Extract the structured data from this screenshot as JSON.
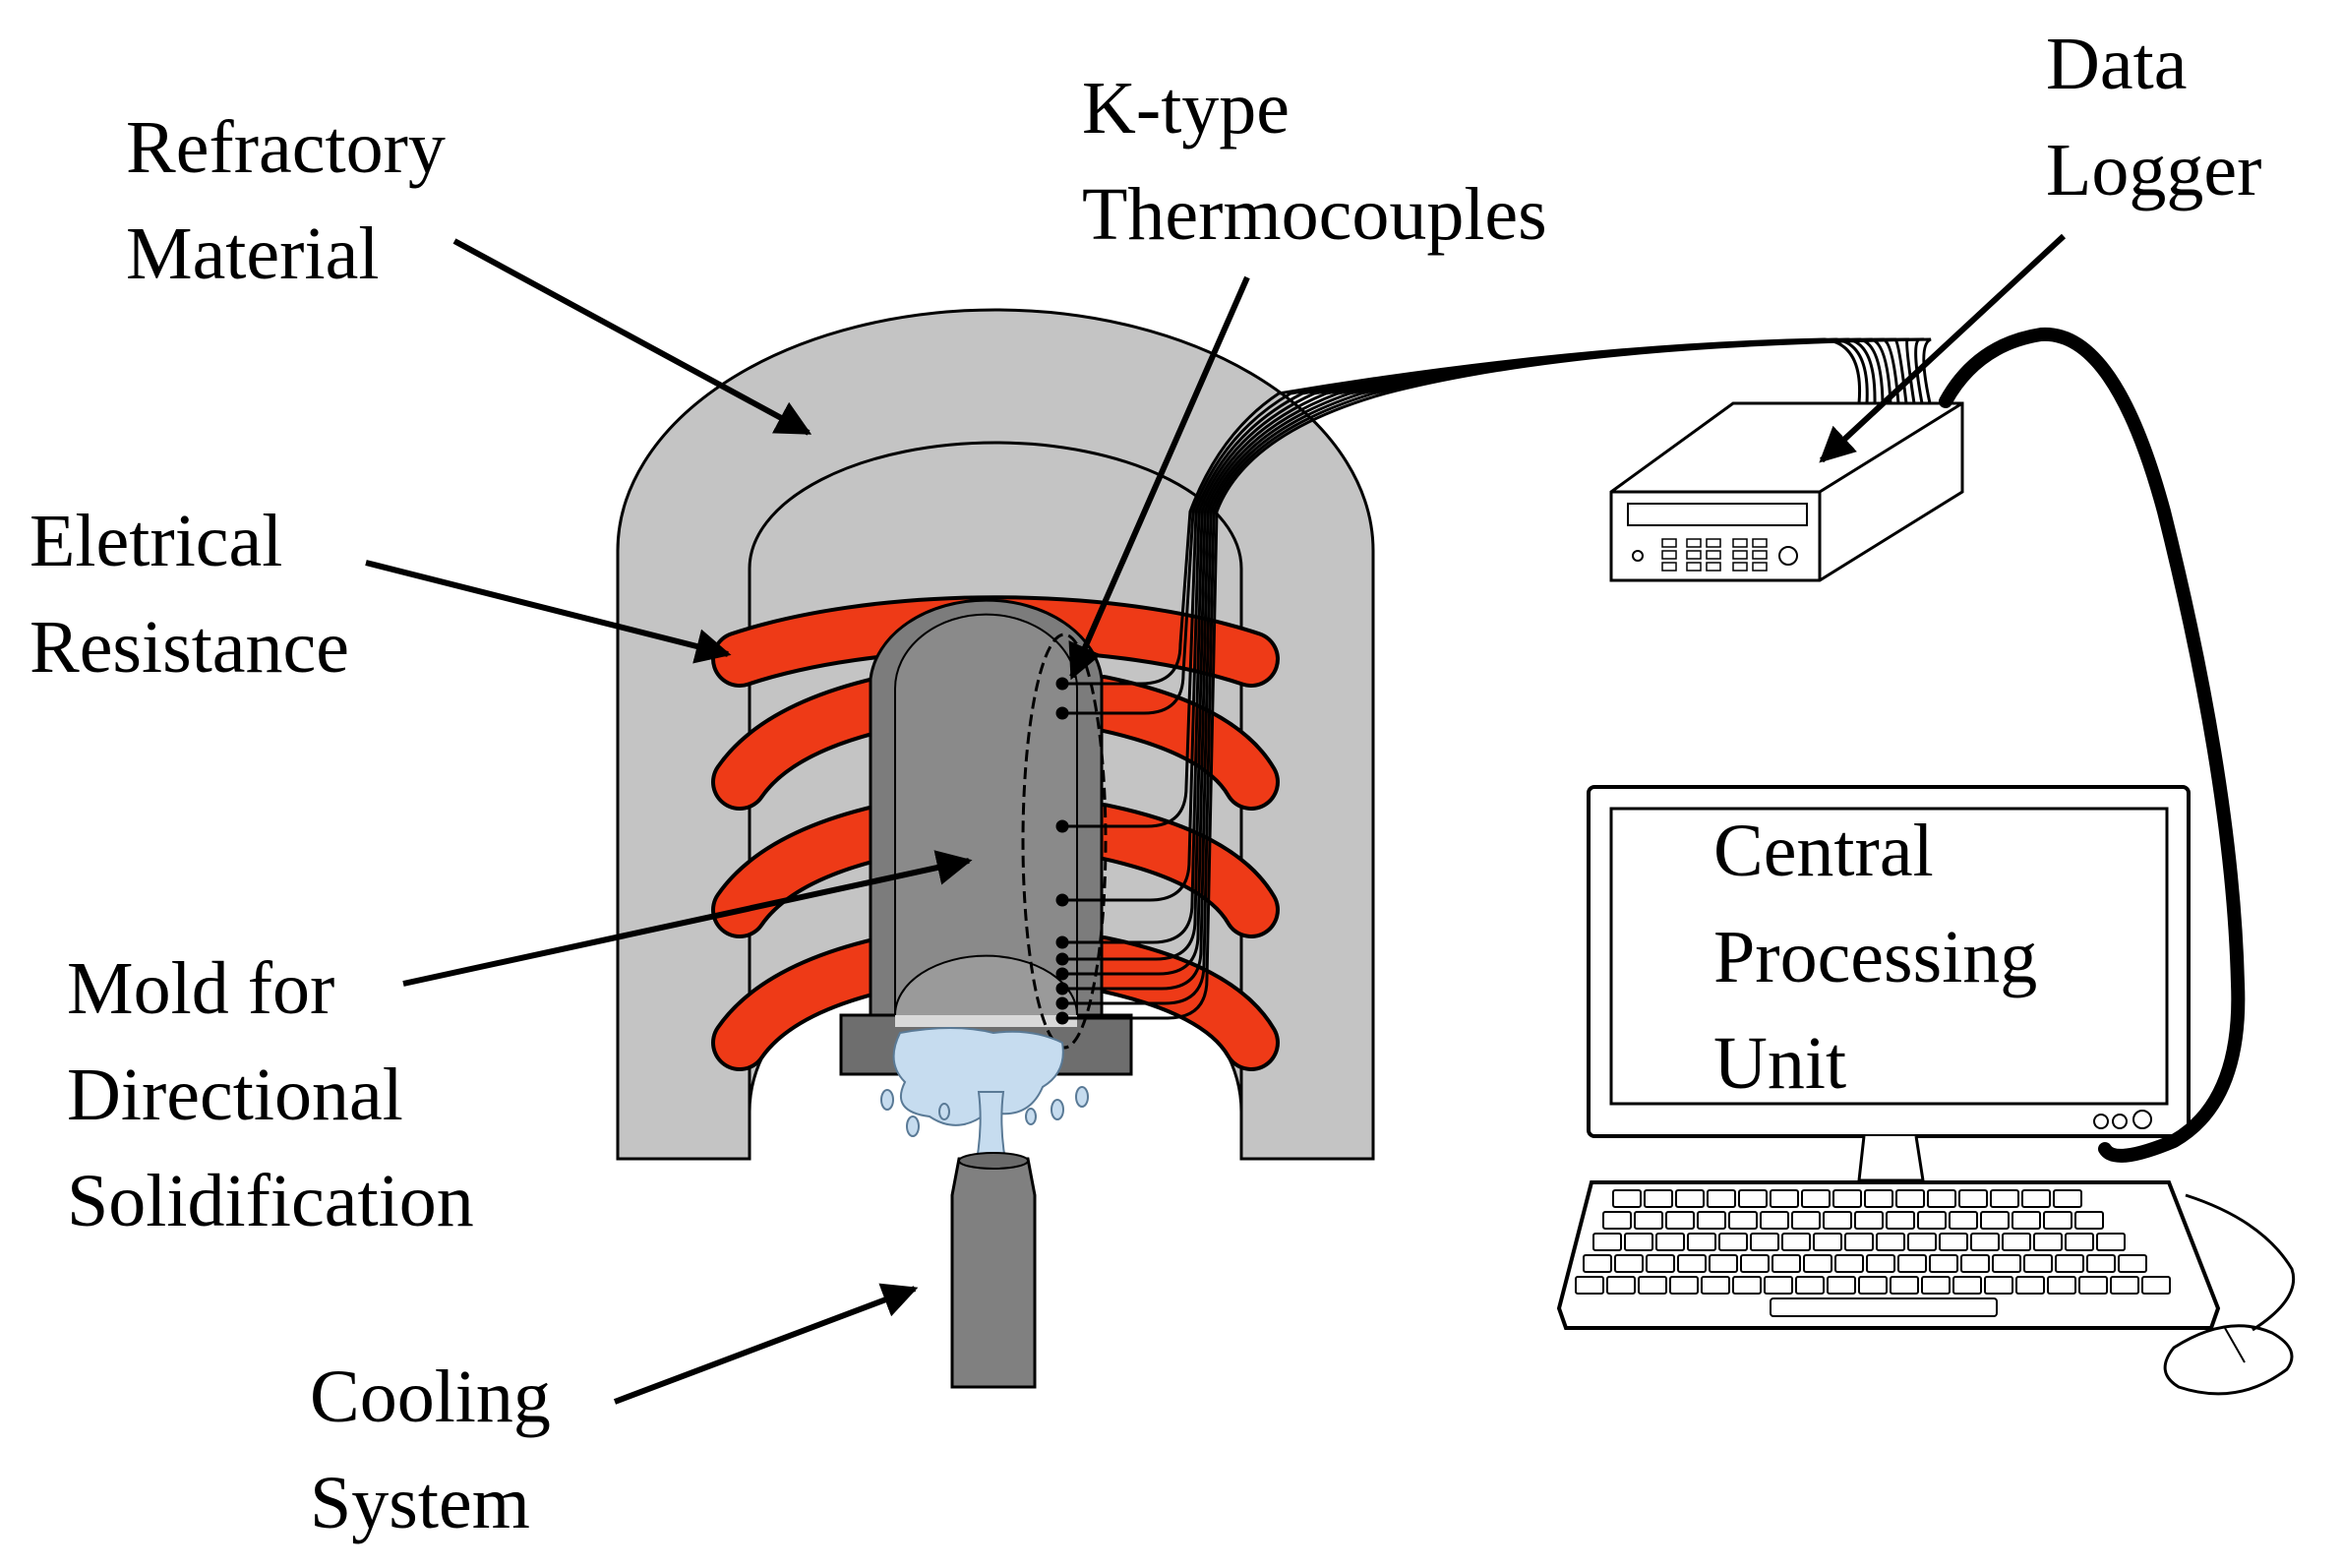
{
  "labels": {
    "refractory": [
      "Refractory",
      "Material"
    ],
    "resistance": [
      "Eletrical",
      "Resistance"
    ],
    "mold": [
      "Mold for",
      "Directional",
      "Solidification"
    ],
    "cooling": [
      "Cooling",
      "System"
    ],
    "thermocouples": [
      "K-type",
      "Thermocouples"
    ],
    "logger": [
      "Data",
      "Logger"
    ],
    "cpu": [
      "Central",
      "Processing",
      "Unit"
    ]
  },
  "colors": {
    "refractory": "#c4c4c4",
    "mold": "#808080",
    "resistance": "#ee3a17",
    "water": "#c6dcef",
    "outline": "#000000"
  }
}
